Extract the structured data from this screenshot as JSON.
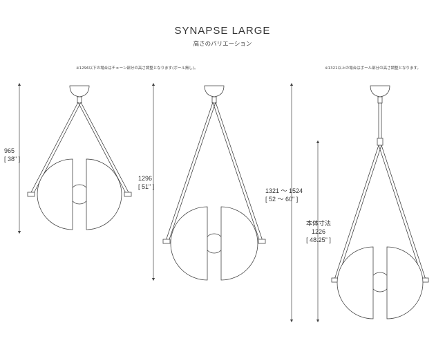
{
  "header": {
    "title": "SYNAPSE LARGE",
    "subtitle": "高さのバリエーション"
  },
  "notes": {
    "left": "※1296以下の場合はチェーン部分の高さ調整となります(ボール無し)。",
    "right": "※1321以上の場合はボール部分の高さ調整となります。"
  },
  "dimensions": {
    "d1_value": "965",
    "d1_inch": "[ 38\" ]",
    "d2_value": "1296",
    "d2_inch": "[ 51\" ]",
    "d3_value": "1321 ～ 1524",
    "d3_inch": "[ 52 ～ 60\" ]",
    "d4_label": "本体寸法",
    "d4_value": "1226",
    "d4_inch": "[ 48.25\" ]"
  },
  "colors": {
    "line": "#444444",
    "shade_fill": "#ffffff"
  }
}
